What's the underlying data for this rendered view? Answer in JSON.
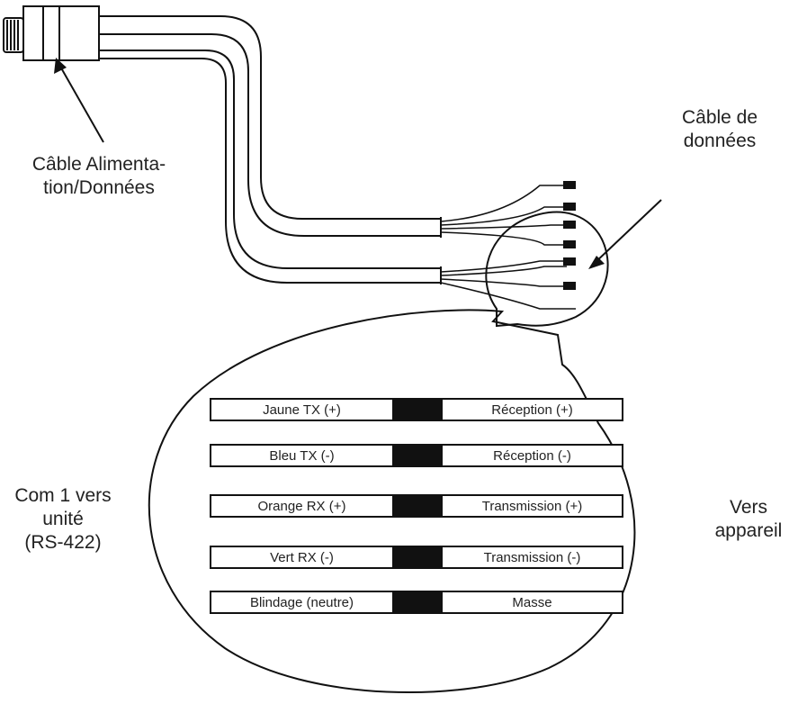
{
  "labels": {
    "power_cable": [
      "Câble Alimenta-",
      "tion/Données"
    ],
    "data_cable": [
      "Câble de",
      "données"
    ],
    "com_port": [
      "Com 1 vers",
      "unité",
      "(RS-422)"
    ],
    "to_device": [
      "Vers",
      "appareil"
    ]
  },
  "connections": [
    {
      "left": "Jaune TX (+)",
      "right": "Réception (+)"
    },
    {
      "left": "Bleu TX (-)",
      "right": "Réception (-)"
    },
    {
      "left": "Orange RX (+)",
      "right": "Transmission (+)"
    },
    {
      "left": "Vert RX (-)",
      "right": "Transmission (-)"
    },
    {
      "left": "Blindage (neutre)",
      "right": "Masse"
    }
  ],
  "colors": {
    "line": "#111111",
    "background": "#ffffff"
  }
}
